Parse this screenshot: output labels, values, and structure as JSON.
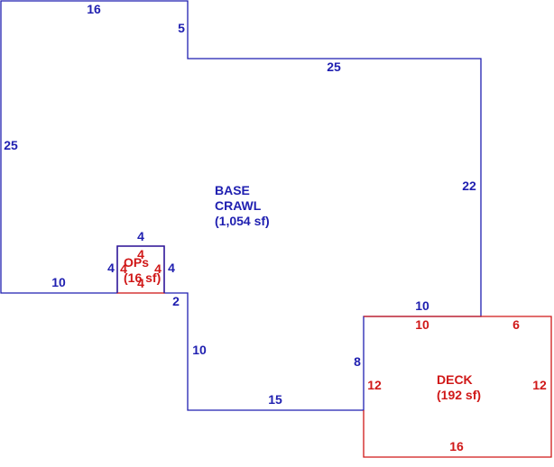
{
  "colors": {
    "base": "#1f1fb0",
    "addition": "#d01818",
    "background": "#ffffff"
  },
  "areas": {
    "base": {
      "name_line1": "BASE",
      "name_line2": "CRAWL",
      "area": "(1,054 sf)"
    },
    "ops": {
      "name": "OPs",
      "area": "(16 sf)"
    },
    "deck": {
      "name": "DECK",
      "area": "(192 sf)"
    }
  },
  "dimensions": {
    "base": {
      "top": "16",
      "step_down": "5",
      "upper_right": "25",
      "left": "25",
      "right": "22",
      "bottom_left": "10",
      "ops_top": "4",
      "ops_left": "4",
      "ops_right": "4",
      "lower_step": "2",
      "lower_left": "10",
      "bottom": "15",
      "deck_side": "8",
      "deck_top": "10"
    },
    "ops": {
      "top": "4",
      "left": "4",
      "right": "4",
      "bottom": "4"
    },
    "deck": {
      "top_left": "10",
      "top_right": "6",
      "left": "12",
      "right": "12",
      "bottom": "16"
    }
  }
}
